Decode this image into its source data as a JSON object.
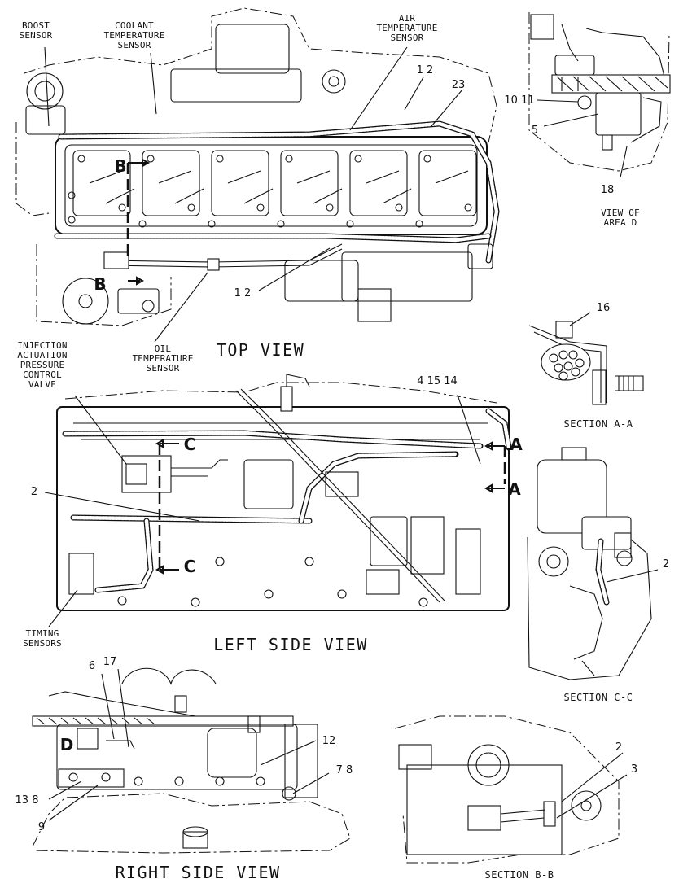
{
  "views": {
    "top": "TOP VIEW",
    "left": "LEFT SIDE VIEW",
    "right": "RIGHT SIDE VIEW"
  },
  "sections": {
    "aa": "SECTION A-A",
    "cc": "SECTION C-C",
    "bb": "SECTION B-B",
    "area_d": [
      "VIEW OF",
      "AREA D"
    ]
  },
  "sensor_labels": {
    "boost": [
      "BOOST",
      "SENSOR"
    ],
    "coolant": [
      "COOLANT",
      "TEMPERATURE",
      "SENSOR"
    ],
    "air": [
      "AIR",
      "TEMPERATURE",
      "SENSOR"
    ],
    "oil": [
      "OIL",
      "TEMPERATURE",
      "SENSOR"
    ],
    "iap": [
      "INJECTION",
      "ACTUATION",
      "PRESSURE",
      "CONTROL",
      "VALVE"
    ],
    "timing": [
      "TIMING",
      "SENSORS"
    ]
  },
  "callouts": {
    "top_12a": "1 2",
    "top_23": "23",
    "top_12b": "1 2",
    "d_1011": "10 11",
    "d_5": "5",
    "d_18": "18",
    "aa_16": "16",
    "left_41514": "4 15 14",
    "left_2": "2",
    "cc_2": "2",
    "right_6": "6",
    "right_17": "17",
    "right_12": "12",
    "right_78": "7 8",
    "right_138": "13 8",
    "right_9": "9",
    "bb_2": "2",
    "bb_3": "3"
  },
  "markers": {
    "b_top": "B",
    "b_bottom": "B",
    "c_top": "C",
    "c_bottom": "C",
    "a_top": "A",
    "a_bottom": "A",
    "d": "D"
  }
}
